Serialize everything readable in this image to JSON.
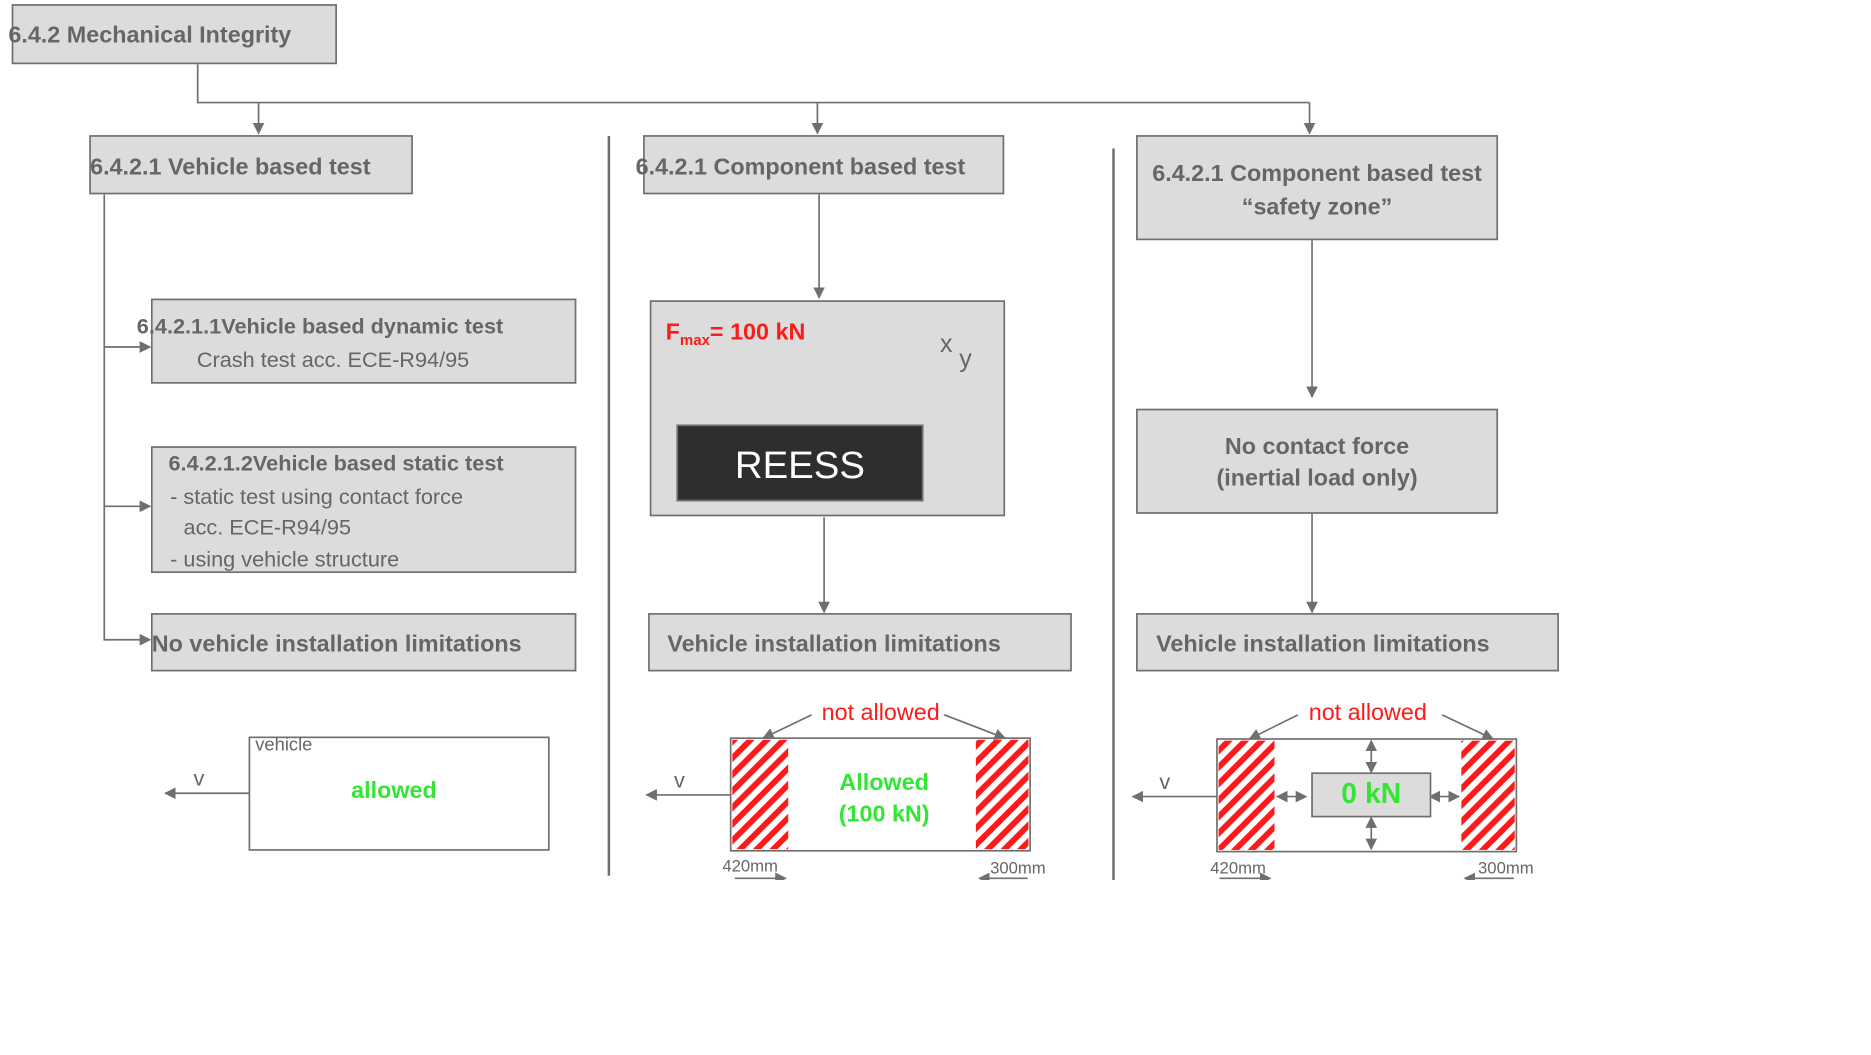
{
  "title": "6.4.2 Mechanical Integrity",
  "col1": {
    "header": "6.4.2.1 Vehicle based test",
    "dynamic_title": "6.4.2.1.1Vehicle based dynamic test",
    "dynamic_sub": "Crash test acc. ECE-R94/95",
    "static_title": "6.4.2.1.2Vehicle based static test",
    "static_line1": "- static test using contact force",
    "static_line2": "acc. ECE-R94/95",
    "static_line3": "- using vehicle structure",
    "limitation": "No vehicle installation limitations",
    "vehicle_label": "vehicle",
    "v_label": "v",
    "allowed_label": "allowed"
  },
  "col2": {
    "header": "6.4.2.1 Component based test",
    "fmax_main": "F",
    "fmax_sub": "max",
    "fmax_value": "= 100 kN",
    "axis_x": "x",
    "axis_y": "y",
    "reess": "REESS",
    "limitation": "Vehicle installation limitations",
    "not_allowed": "not allowed",
    "v_label": "v",
    "allowed_line1": "Allowed",
    "allowed_line2": "(100 kN)",
    "dim_left": "420mm",
    "dim_right": "300mm"
  },
  "col3": {
    "header_line1": "6.4.2.1 Component based test",
    "header_line2": "“safety zone”",
    "no_contact_line1": "No contact force",
    "no_contact_line2": "(inertial load only)",
    "limitation": "Vehicle installation limitations",
    "not_allowed": "not allowed",
    "v_label": "v",
    "zero_kn": "0 kN",
    "dim_left": "420mm",
    "dim_right": "300mm"
  },
  "colors": {
    "box_fill": "#dcdcdc",
    "box_border": "#6f6f6f",
    "text_gray": "#666666",
    "red": "#ff1a1a",
    "green": "#33e633",
    "reess_fill": "#2e2e2e",
    "hatch_red": "#ff1a1a"
  }
}
